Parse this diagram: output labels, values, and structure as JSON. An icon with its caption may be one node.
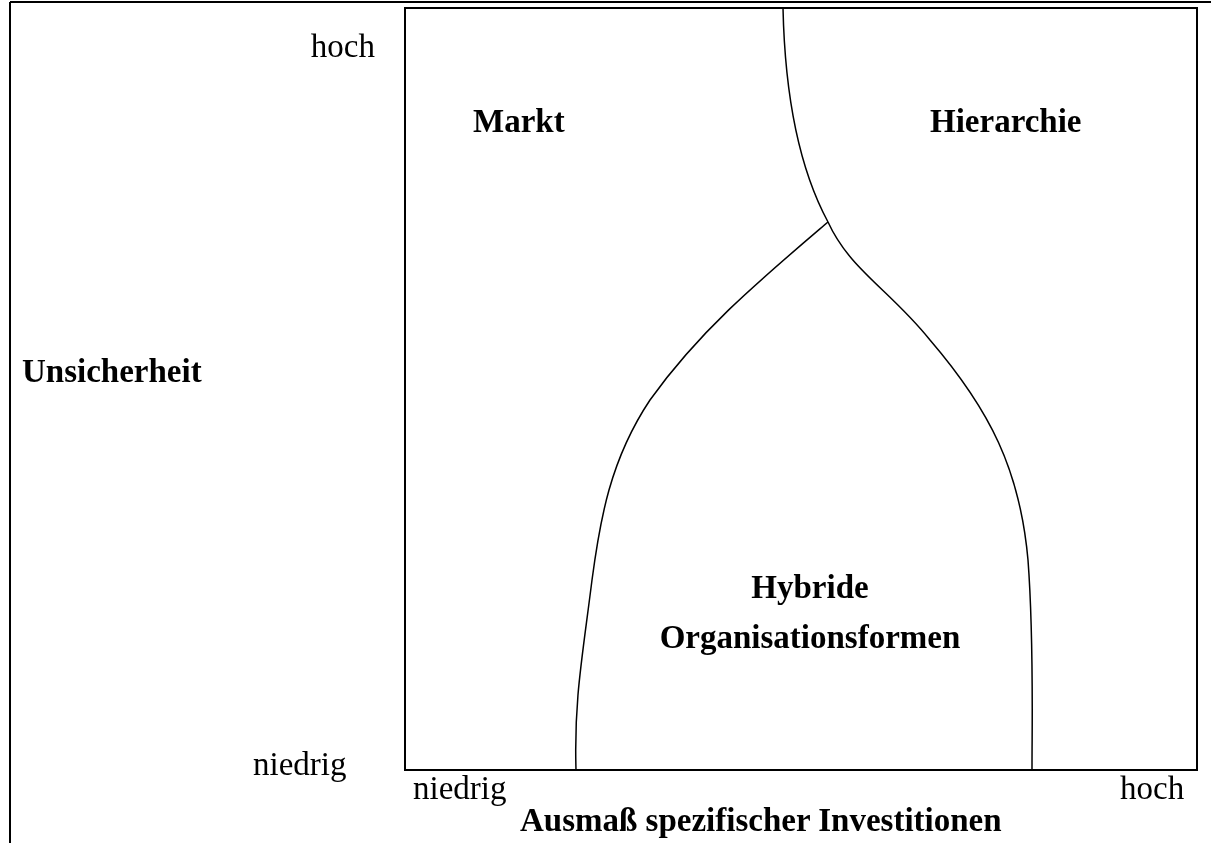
{
  "diagram": {
    "labels": [
      "hoch",
      "Markt",
      "Hierarchie",
      "Unsicherheit",
      "Hybride Organisationsformen",
      "niedrig",
      "niedrig",
      "hoch",
      "Ausmaß spezifischer Investitionen"
    ]
  }
}
